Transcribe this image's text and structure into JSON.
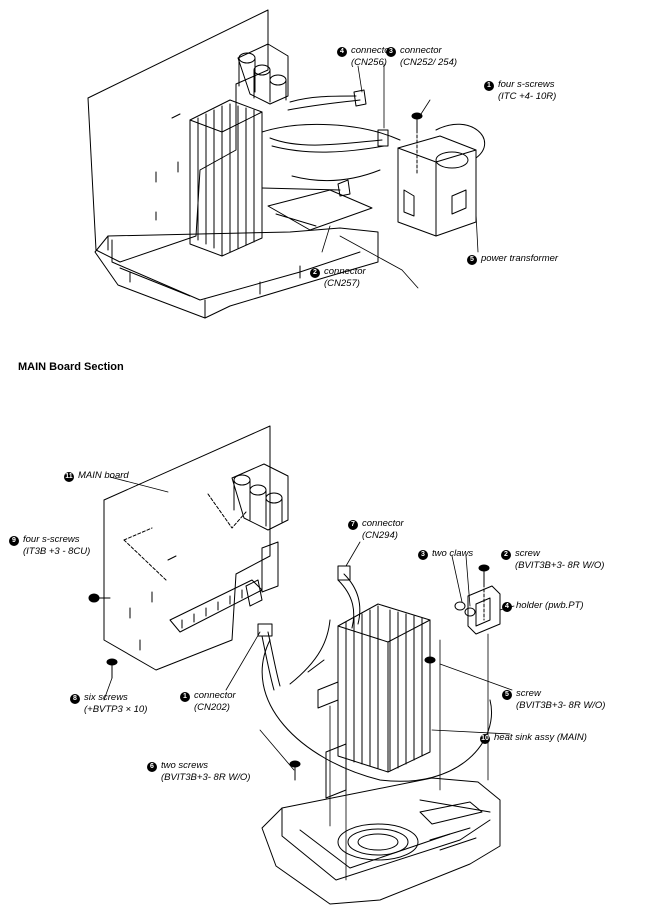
{
  "section_title": "MAIN Board Section",
  "top_diagram": {
    "callouts": [
      {
        "num": "4",
        "label": "connector",
        "sub": "(CN256)"
      },
      {
        "num": "3",
        "label": "connector",
        "sub": "(CN252/ 254)"
      },
      {
        "num": "1",
        "label": "four s-screws",
        "sub": "(ITC +4- 10R)"
      },
      {
        "num": "5",
        "label": "power transformer",
        "sub": ""
      },
      {
        "num": "2",
        "label": "connector",
        "sub": "(CN257)"
      }
    ]
  },
  "bottom_diagram": {
    "callouts": [
      {
        "num": "11",
        "label": "MAIN board",
        "sub": ""
      },
      {
        "num": "7",
        "label": "connector",
        "sub": "(CN294)"
      },
      {
        "num": "3",
        "label": "two claws",
        "sub": ""
      },
      {
        "num": "2",
        "label": "screw",
        "sub": "(BVIT3B+3- 8R W/O)"
      },
      {
        "num": "9",
        "label": "four s-screws",
        "sub": "(IT3B +3 - 8CU)"
      },
      {
        "num": "4",
        "label": "holder (pwb.PT)",
        "sub": ""
      },
      {
        "num": "8",
        "label": "six screws",
        "sub": "(+BVTP3 × 10)"
      },
      {
        "num": "5",
        "label": "screw",
        "sub": "(BVIT3B+3- 8R W/O)"
      },
      {
        "num": "1",
        "label": "connector",
        "sub": "(CN202)"
      },
      {
        "num": "10",
        "label": "heat sink assy (MAIN)",
        "sub": ""
      },
      {
        "num": "6",
        "label": "two screws",
        "sub": "(BVIT3B+3- 8R W/O)"
      }
    ]
  }
}
